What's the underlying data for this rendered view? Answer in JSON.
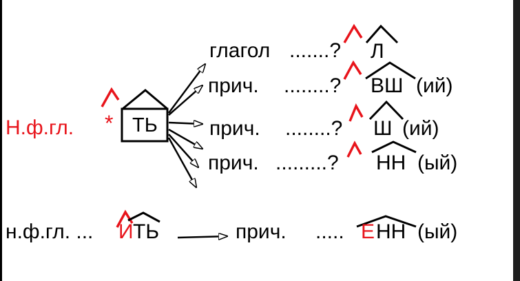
{
  "colors": {
    "red": "#e8141b",
    "ink": "#000000",
    "background": "#ffffff"
  },
  "left": {
    "label": "Н.ф.гл.",
    "asterisk": "*",
    "suffix": "ТЬ"
  },
  "rows": [
    {
      "word": "глагол",
      "dots": ".......?",
      "suffix": "Л",
      "ending": ""
    },
    {
      "word": "прич.",
      "dots": "........?",
      "suffix": "ВШ",
      "ending": "(ий)"
    },
    {
      "word": "прич.",
      "dots": "........?",
      "suffix": "Ш",
      "ending": "(ий)"
    },
    {
      "word": "прич.",
      "dots": ".........?",
      "suffix": "НН",
      "ending": "(ый)"
    }
  ],
  "bottom": {
    "prefix": "н.ф.гл. ...",
    "vowel": "И",
    "suffix": "ТЬ",
    "word": "прич.",
    "dots": ".....",
    "vowel2": "Е",
    "suffix2": "НН",
    "ending": "(ый)"
  }
}
